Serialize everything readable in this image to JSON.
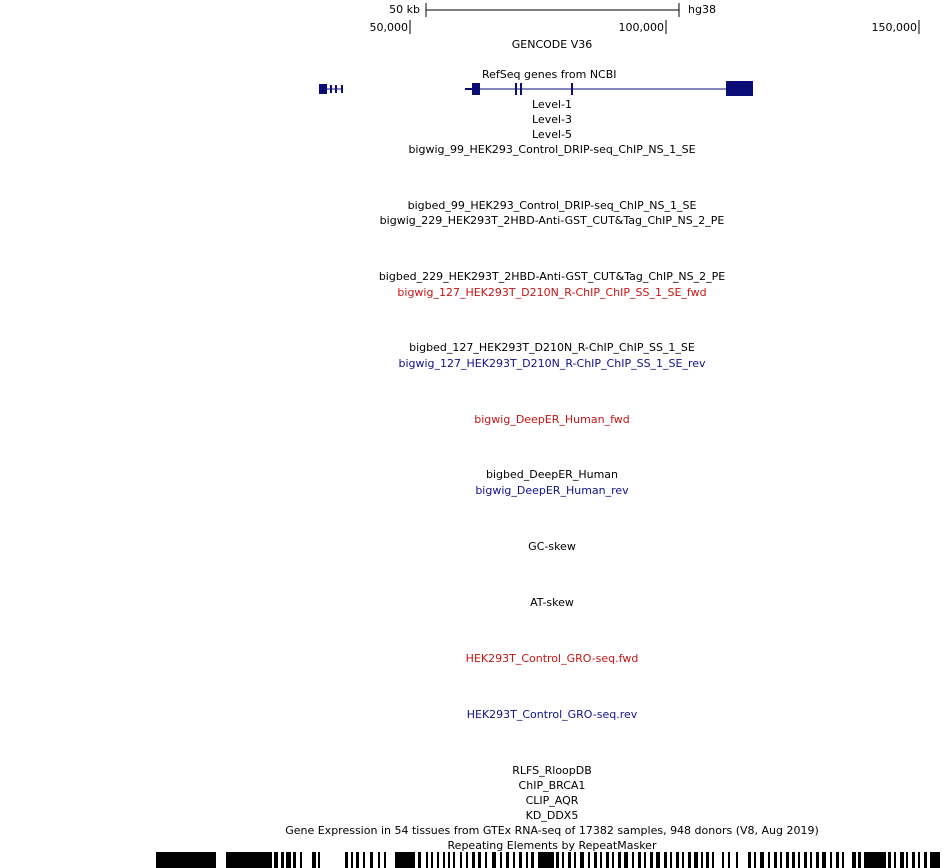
{
  "colors": {
    "black": "#000000",
    "red": "#c81414",
    "blue": "#101090",
    "gene": "#0c0c78"
  },
  "ruler": {
    "scale_label": "50 kb",
    "assembly": "hg38",
    "ticks": [
      "50,000",
      "100,000",
      "150,000"
    ]
  },
  "tracks": {
    "gencode": "GENCODE V36",
    "refseq": "RefSeq genes from NCBI",
    "level1": "Level-1",
    "level3": "Level-3",
    "level5": "Level-5",
    "t01": "bigwig_99_HEK293_Control_DRIP-seq_ChIP_NS_1_SE",
    "t02": "bigbed_99_HEK293_Control_DRIP-seq_ChIP_NS_1_SE",
    "t03": "bigwig_229_HEK293T_2HBD-Anti-GST_CUT&Tag_ChIP_NS_2_PE",
    "t04": "bigbed_229_HEK293T_2HBD-Anti-GST_CUT&Tag_ChIP_NS_2_PE",
    "t05": "bigwig_127_HEK293T_D210N_R-ChIP_ChIP_SS_1_SE_fwd",
    "t06": "bigbed_127_HEK293T_D210N_R-ChIP_ChIP_SS_1_SE",
    "t07": "bigwig_127_HEK293T_D210N_R-ChIP_ChIP_SS_1_SE_rev",
    "t08": "bigwig_DeepER_Human_fwd",
    "t09": "bigbed_DeepER_Human",
    "t10": "bigwig_DeepER_Human_rev",
    "t11": "GC-skew",
    "t12": "AT-skew",
    "t13": "HEK293T_Control_GRO-seq.fwd",
    "t14": "HEK293T_Control_GRO-seq.rev",
    "t15": "RLFS_RloopDB",
    "t16": "ChIP_BRCA1",
    "t17": "CLIP_AQR",
    "t18": "KD_DDX5",
    "t19": "Gene Expression in 54 tissues from GTEx RNA-seq of 17382 samples, 948 donors (V8, Aug 2019)",
    "t20": "Repeating Elements by RepeatMasker"
  },
  "track_colors": {
    "t05": "red",
    "t07": "blue",
    "t08": "red",
    "t10": "blue",
    "t13": "red",
    "t14": "blue"
  }
}
